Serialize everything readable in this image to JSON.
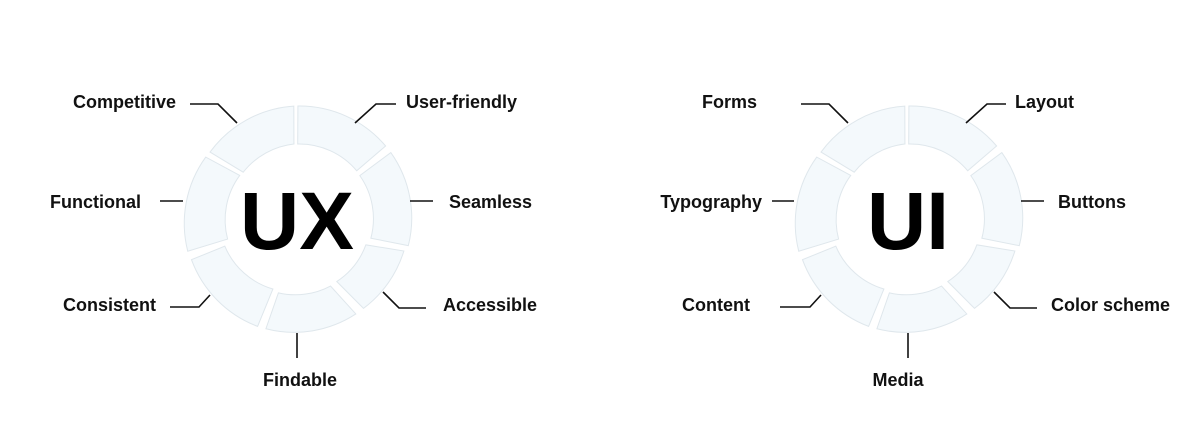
{
  "diagrams": [
    {
      "center_text": "UX",
      "segments": [
        {
          "label": "User-friendly"
        },
        {
          "label": "Seamless"
        },
        {
          "label": "Accessible"
        },
        {
          "label": "Findable"
        },
        {
          "label": "Consistent"
        },
        {
          "label": "Functional"
        },
        {
          "label": "Competitive"
        }
      ]
    },
    {
      "center_text": "UI",
      "segments": [
        {
          "label": "Layout"
        },
        {
          "label": "Buttons"
        },
        {
          "label": "Color scheme"
        },
        {
          "label": "Media"
        },
        {
          "label": "Content"
        },
        {
          "label": "Typography"
        },
        {
          "label": "Forms"
        }
      ]
    }
  ]
}
